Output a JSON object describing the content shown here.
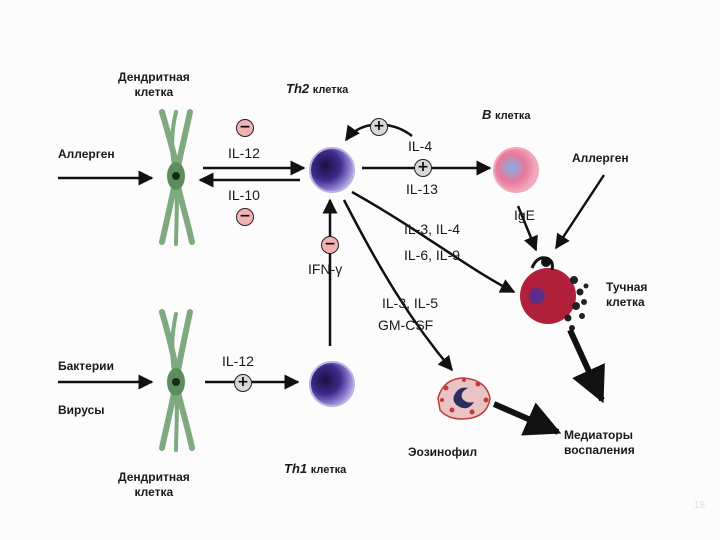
{
  "labels": {
    "dendritic_top": "Дендритная\nклетка",
    "th2_name": "Th2",
    "th2_word": "клетка",
    "b_name": "B",
    "b_word": "клетка",
    "allergen_left": "Аллерген",
    "allergen_right": "Аллерген",
    "il12_top": "IL-12",
    "il10": "IL-10",
    "il4": "IL-4",
    "il13": "IL-13",
    "ige": "IgE",
    "il3_il4": "IL-3, IL-4",
    "il6_il9": "IL-6, IL-9",
    "mast": "Тучная\nклетка",
    "ifn": "IFN-γ",
    "il3_il5": "IL-3, IL-5",
    "gmcsf": "GM-CSF",
    "bacteria": "Бактерии",
    "viruses": "Вирусы",
    "il12_bottom": "IL-12",
    "th1_name": "Th1",
    "th1_word": "клетка",
    "eosinophil": "Эозинофил",
    "mediators": "Медиаторы\nвоспаления",
    "dendritic_bottom": "Дендритная\nклетка",
    "page_number": "18"
  },
  "signs": {
    "minus": "−",
    "plus": "+"
  },
  "colors": {
    "dendritic": "#7fa97f",
    "th_cell_dark": "#2a1e6e",
    "b_cell": "#d94f6e",
    "mast_cell": "#b0203a",
    "eosinophil": "#c13b3b",
    "minus_sign": "#f2b2b2",
    "plus_sign": "#d8d8d8"
  }
}
